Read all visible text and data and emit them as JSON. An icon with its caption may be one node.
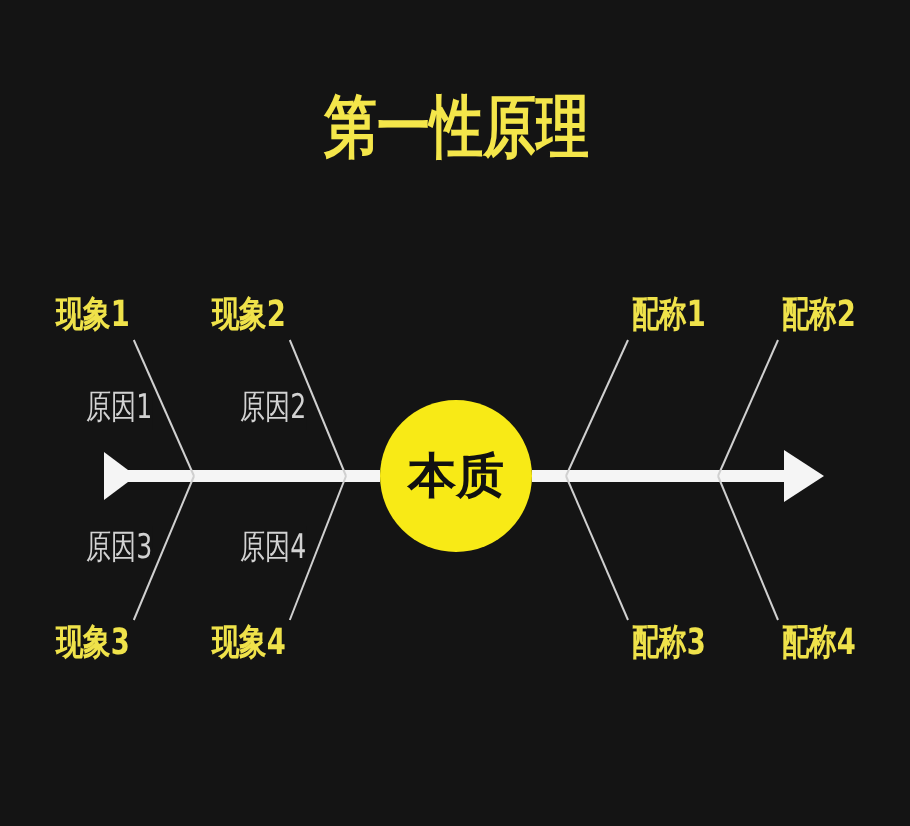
{
  "diagram": {
    "title": "第一性原理",
    "nodes": [
      {
        "text": [
          "现象1"
        ]
      },
      {
        "text": [
          "现象2"
        ]
      },
      {
        "text": [
          "配称1"
        ]
      },
      {
        "text": [
          "配称2"
        ]
      },
      {
        "text": [
          "本质"
        ]
      },
      {
        "text": [
          "现象3"
        ]
      },
      {
        "text": [
          "现象4"
        ]
      },
      {
        "text": [
          "配称3"
        ]
      },
      {
        "text": [
          "配称4"
        ]
      }
    ],
    "edges": [
      {
        "from": 4,
        "to": null,
        "arrow": "to",
        "style": "thick"
      },
      {
        "from": 4,
        "to": null,
        "arrow": "to",
        "style": "thick"
      },
      {
        "from": 0,
        "to": null,
        "arrow": "none",
        "label": "原因1"
      },
      {
        "from": 1,
        "to": null,
        "arrow": "none",
        "label": "原因2"
      },
      {
        "from": 5,
        "to": null,
        "arrow": "none",
        "label": "原因3"
      },
      {
        "from": 6,
        "to": null,
        "arrow": "none",
        "label": "原因4"
      },
      {
        "from": 2,
        "to": null,
        "arrow": "none"
      },
      {
        "from": 3,
        "to": null,
        "arrow": "none"
      },
      {
        "from": 7,
        "to": null,
        "arrow": "none"
      },
      {
        "from": 8,
        "to": null,
        "arrow": "none"
      }
    ]
  }
}
